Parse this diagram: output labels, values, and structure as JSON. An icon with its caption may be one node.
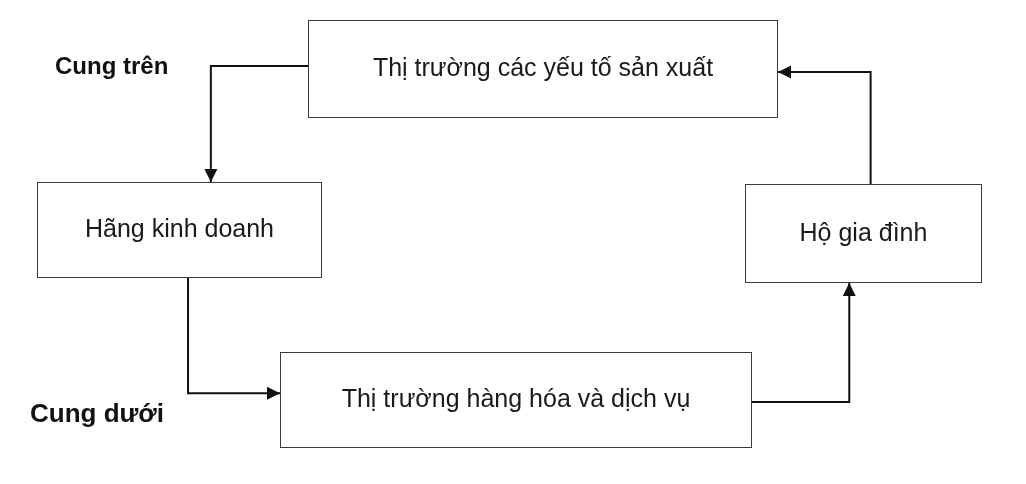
{
  "diagram": {
    "nodes": [
      {
        "text": [
          "Thị trường các yếu tố sản xuất"
        ]
      },
      {
        "text": [
          "Hãng kinh doanh"
        ]
      },
      {
        "text": [
          "Hộ gia đình"
        ]
      },
      {
        "text": [
          "Thị trường hàng hóa và dịch vụ"
        ]
      }
    ],
    "edges": [
      {
        "from": 0,
        "to": 1,
        "arrow": "to"
      },
      {
        "from": 1,
        "to": 3,
        "arrow": "to"
      },
      {
        "from": 3,
        "to": 2,
        "arrow": "to"
      },
      {
        "from": 2,
        "to": 0,
        "arrow": "to"
      }
    ],
    "labels": [
      "Cung trên",
      "Cung dưới"
    ]
  }
}
